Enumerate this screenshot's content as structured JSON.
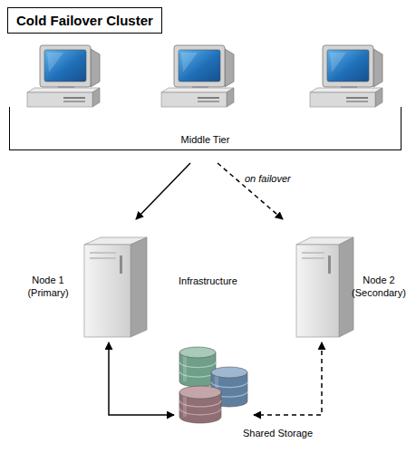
{
  "diagram": {
    "title": "Cold Failover Cluster",
    "nodes": [
      {
        "text": [
          "Middle Tier"
        ]
      },
      {
        "text": [
          "Node 1 (Primary)"
        ]
      },
      {
        "text": [
          "Node 2 (Secondary)"
        ]
      },
      {
        "text": [
          "Shared Storage"
        ]
      }
    ],
    "edges": [
      {
        "from": 0,
        "to": 1,
        "arrow": "to"
      },
      {
        "from": 0,
        "to": 2,
        "label": "on failover",
        "arrow": "to"
      },
      {
        "from": 1,
        "to": 3,
        "arrow": "both"
      },
      {
        "from": 2,
        "to": 3,
        "arrow": "both"
      }
    ],
    "labels": [
      "Infrastructure"
    ]
  }
}
